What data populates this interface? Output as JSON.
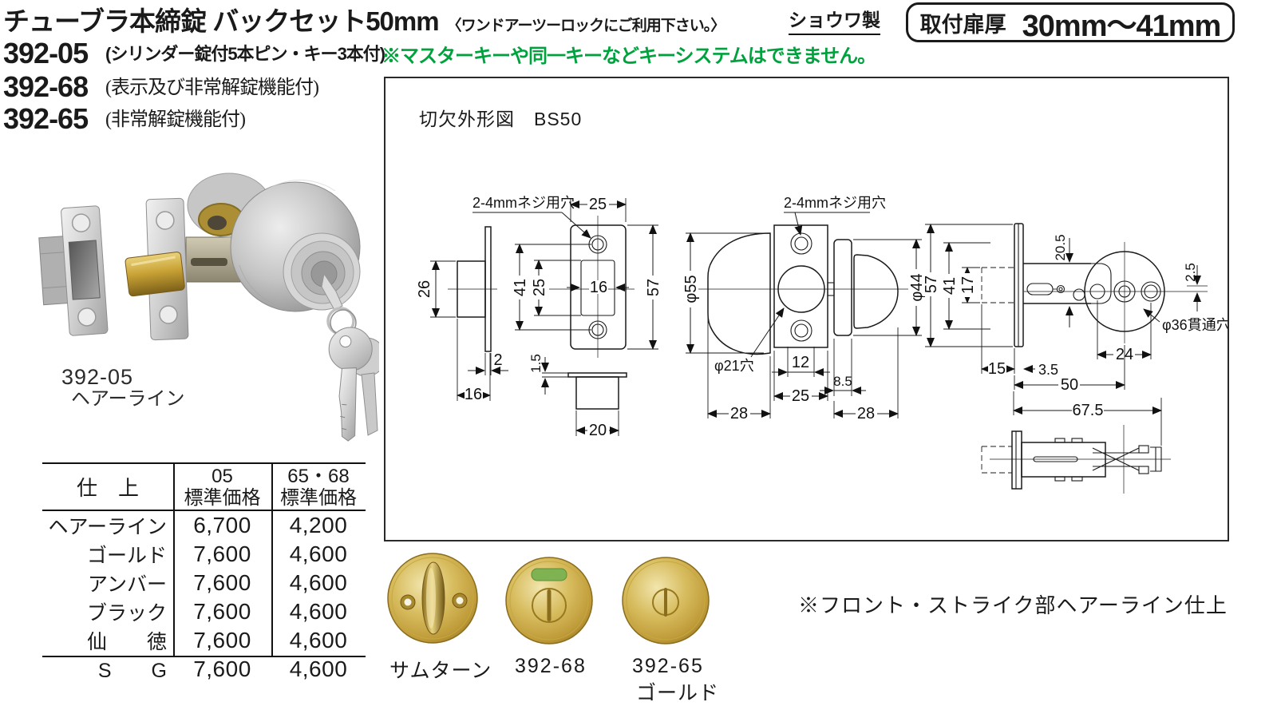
{
  "header": {
    "title": "チューブラ本締錠 バックセット50mm",
    "title_note": "〈ワンドアーツーロックにご利用下さい。〉",
    "maker": "ショウワ製",
    "door_box": {
      "label": "取付扉厚",
      "value": "30mm〜41mm"
    },
    "models": [
      {
        "code": "392-05",
        "desc": "(シリンダー錠付5本ピン・キー3本付)"
      },
      {
        "code": "392-68",
        "desc": "(表示及び非常解錠機能付)"
      },
      {
        "code": "392-65",
        "desc": "(非常解錠機能付)"
      }
    ],
    "warning": "※マスターキーや同一キーなどキーシステムはできません。",
    "warning_color": "#00a23e"
  },
  "photo": {
    "caption_code": "392-05",
    "caption_finish": "ヘアーライン"
  },
  "drawing": {
    "title": "切欠外形図　BS50",
    "labels": {
      "screw_hole": "2-4mmネジ用穴",
      "hole21": "φ21穴",
      "hole36": "φ36貫通穴",
      "phi55": "φ55",
      "phi44": "φ44"
    },
    "d": {
      "d26": "26",
      "d2": "2",
      "d16": "16",
      "d25": "25",
      "d41": "41",
      "d57": "57",
      "d1_5": "1.5",
      "d20": "20",
      "d12": "12",
      "d8_5": "8.5",
      "d28": "28",
      "d15": "15",
      "d3_5": "3.5",
      "d50": "50",
      "d24": "24",
      "d67_5": "67.5",
      "d20_5": "20.5",
      "d2_5": "2.5",
      "d17": "17"
    }
  },
  "price_table": {
    "col1_header": "仕　上",
    "col2_header": [
      "05",
      "標準価格"
    ],
    "col3_header": [
      "65・68",
      "標準価格"
    ],
    "rows": [
      {
        "finish": "ヘアーライン",
        "p05": "6,700",
        "p6568": "4,200"
      },
      {
        "finish": "ゴールド",
        "p05": "7,600",
        "p6568": "4,600"
      },
      {
        "finish": "アンバー",
        "p05": "7,600",
        "p6568": "4,600"
      },
      {
        "finish": "ブラック",
        "p05": "7,600",
        "p6568": "4,600"
      },
      {
        "finish": "仙　　徳",
        "p05": "7,600",
        "p6568": "4,600"
      },
      {
        "finish": "S　　G",
        "p05": "7,600",
        "p6568": "4,600"
      }
    ]
  },
  "turns": {
    "items": [
      {
        "label": "サムターン"
      },
      {
        "label": "392-68"
      },
      {
        "label": "392-65",
        "sublabel": "ゴールド"
      }
    ],
    "brass_color": "#c9a842",
    "indicator_green": "#7fb351"
  },
  "footer_note": "※フロント・ストライク部ヘアーライン仕上"
}
